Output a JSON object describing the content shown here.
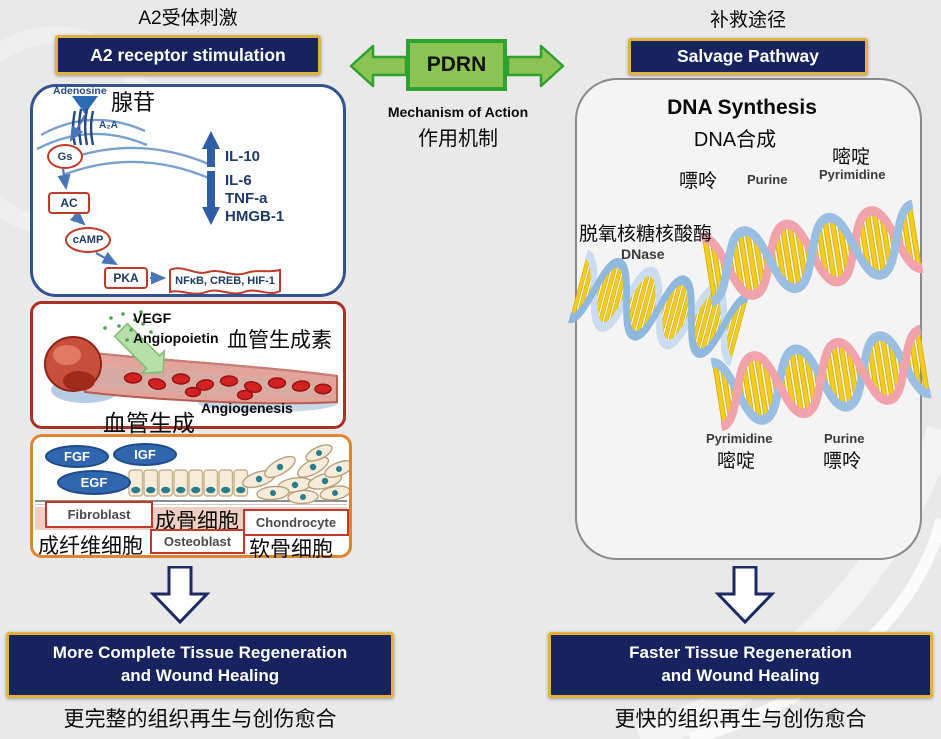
{
  "left_column": {
    "title_zh": "A2受体刺激",
    "header": "A2 receptor stimulation",
    "signaling": {
      "adenosine": "Adenosine",
      "adenosine_zh": "腺苷",
      "receptor_label": "A₂A",
      "node_gs": "Gs",
      "node_ac": "AC",
      "node_camp": "cAMP",
      "node_pka": "PKA",
      "banner": "NFκB, CREB, HIF-1",
      "upregulated": "IL-10",
      "downregulated": [
        "IL-6",
        "TNF-a",
        "HMGB-1"
      ]
    },
    "angiogenesis": {
      "vegf": "VEGF",
      "angiopoietin": "Angiopoietin",
      "angiopoietin_zh": "血管生成素",
      "angiogenesis": "Angiogenesis",
      "angiogenesis_zh": "血管生成"
    },
    "growth": {
      "fgf": "FGF",
      "igf": "IGF",
      "egf": "EGF",
      "fibroblast": "Fibroblast",
      "fibroblast_zh": "成纤维细胞",
      "osteoblast": "Osteoblast",
      "osteoblast_zh": "成骨细胞",
      "chondrocyte": "Chondrocyte",
      "chondrocyte_zh": "软骨细胞"
    },
    "outcome_line1": "More Complete Tissue Regeneration",
    "outcome_line2": "and Wound Healing",
    "outcome_zh": "更完整的组织再生与创伤愈合"
  },
  "center": {
    "pdrn": "PDRN",
    "moa": "Mechanism of Action",
    "moa_zh": "作用机制"
  },
  "right_column": {
    "title_zh": "补救途径",
    "header": "Salvage Pathway",
    "dna_synthesis": "DNA Synthesis",
    "dna_synthesis_zh": "DNA合成",
    "pyrimidine_top_zh": "嘧啶",
    "pyrimidine_top": "Pyrimidine",
    "purine_top_zh": "嘌呤",
    "purine_top": "Purine",
    "dnase_zh": "脱氧核糖核酸酶",
    "dnase": "DNase",
    "pyrimidine_bottom": "Pyrimidine",
    "pyrimidine_bottom_zh": "嘧啶",
    "purine_bottom": "Purine",
    "purine_bottom_zh": "嘌呤",
    "outcome_line1": "Faster Tissue Regeneration",
    "outcome_line2": "and Wound Healing",
    "outcome_zh": "更快的组织再生与创伤愈合"
  },
  "colors": {
    "navy": "#16235e",
    "gold": "#e2b33c",
    "green_fill": "#8dc355",
    "green_border": "#2ea12e",
    "pathway_border": "#33538f",
    "vessel_border": "#a93226",
    "cells_border": "#dd8531",
    "helix_blue": "#9bbfe2",
    "helix_pink": "#f0a3ab",
    "base_pair_yellow": "#f3cd1d"
  }
}
